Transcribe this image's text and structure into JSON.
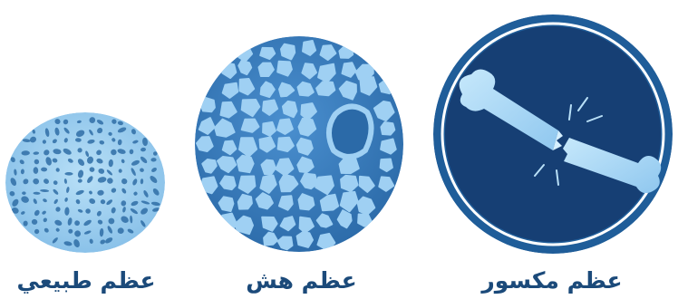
{
  "labels": {
    "normal": "عظم طبيعي",
    "porous": "عظم هش",
    "broken": "عظم مكسور"
  },
  "colors": {
    "normal_bg": "#a9d4f1",
    "normal_hole": "#2f6ea6",
    "porous_bg": "#3b7fc0",
    "porous_cell": "#9fd0f3",
    "broken_outer": "#1f5d99",
    "broken_inner": "#163f74",
    "bone": "#a9d9f6",
    "label": "#1b4a7a"
  },
  "icons": [
    "normal-bone-icon",
    "porous-bone-icon",
    "broken-bone-icon"
  ]
}
